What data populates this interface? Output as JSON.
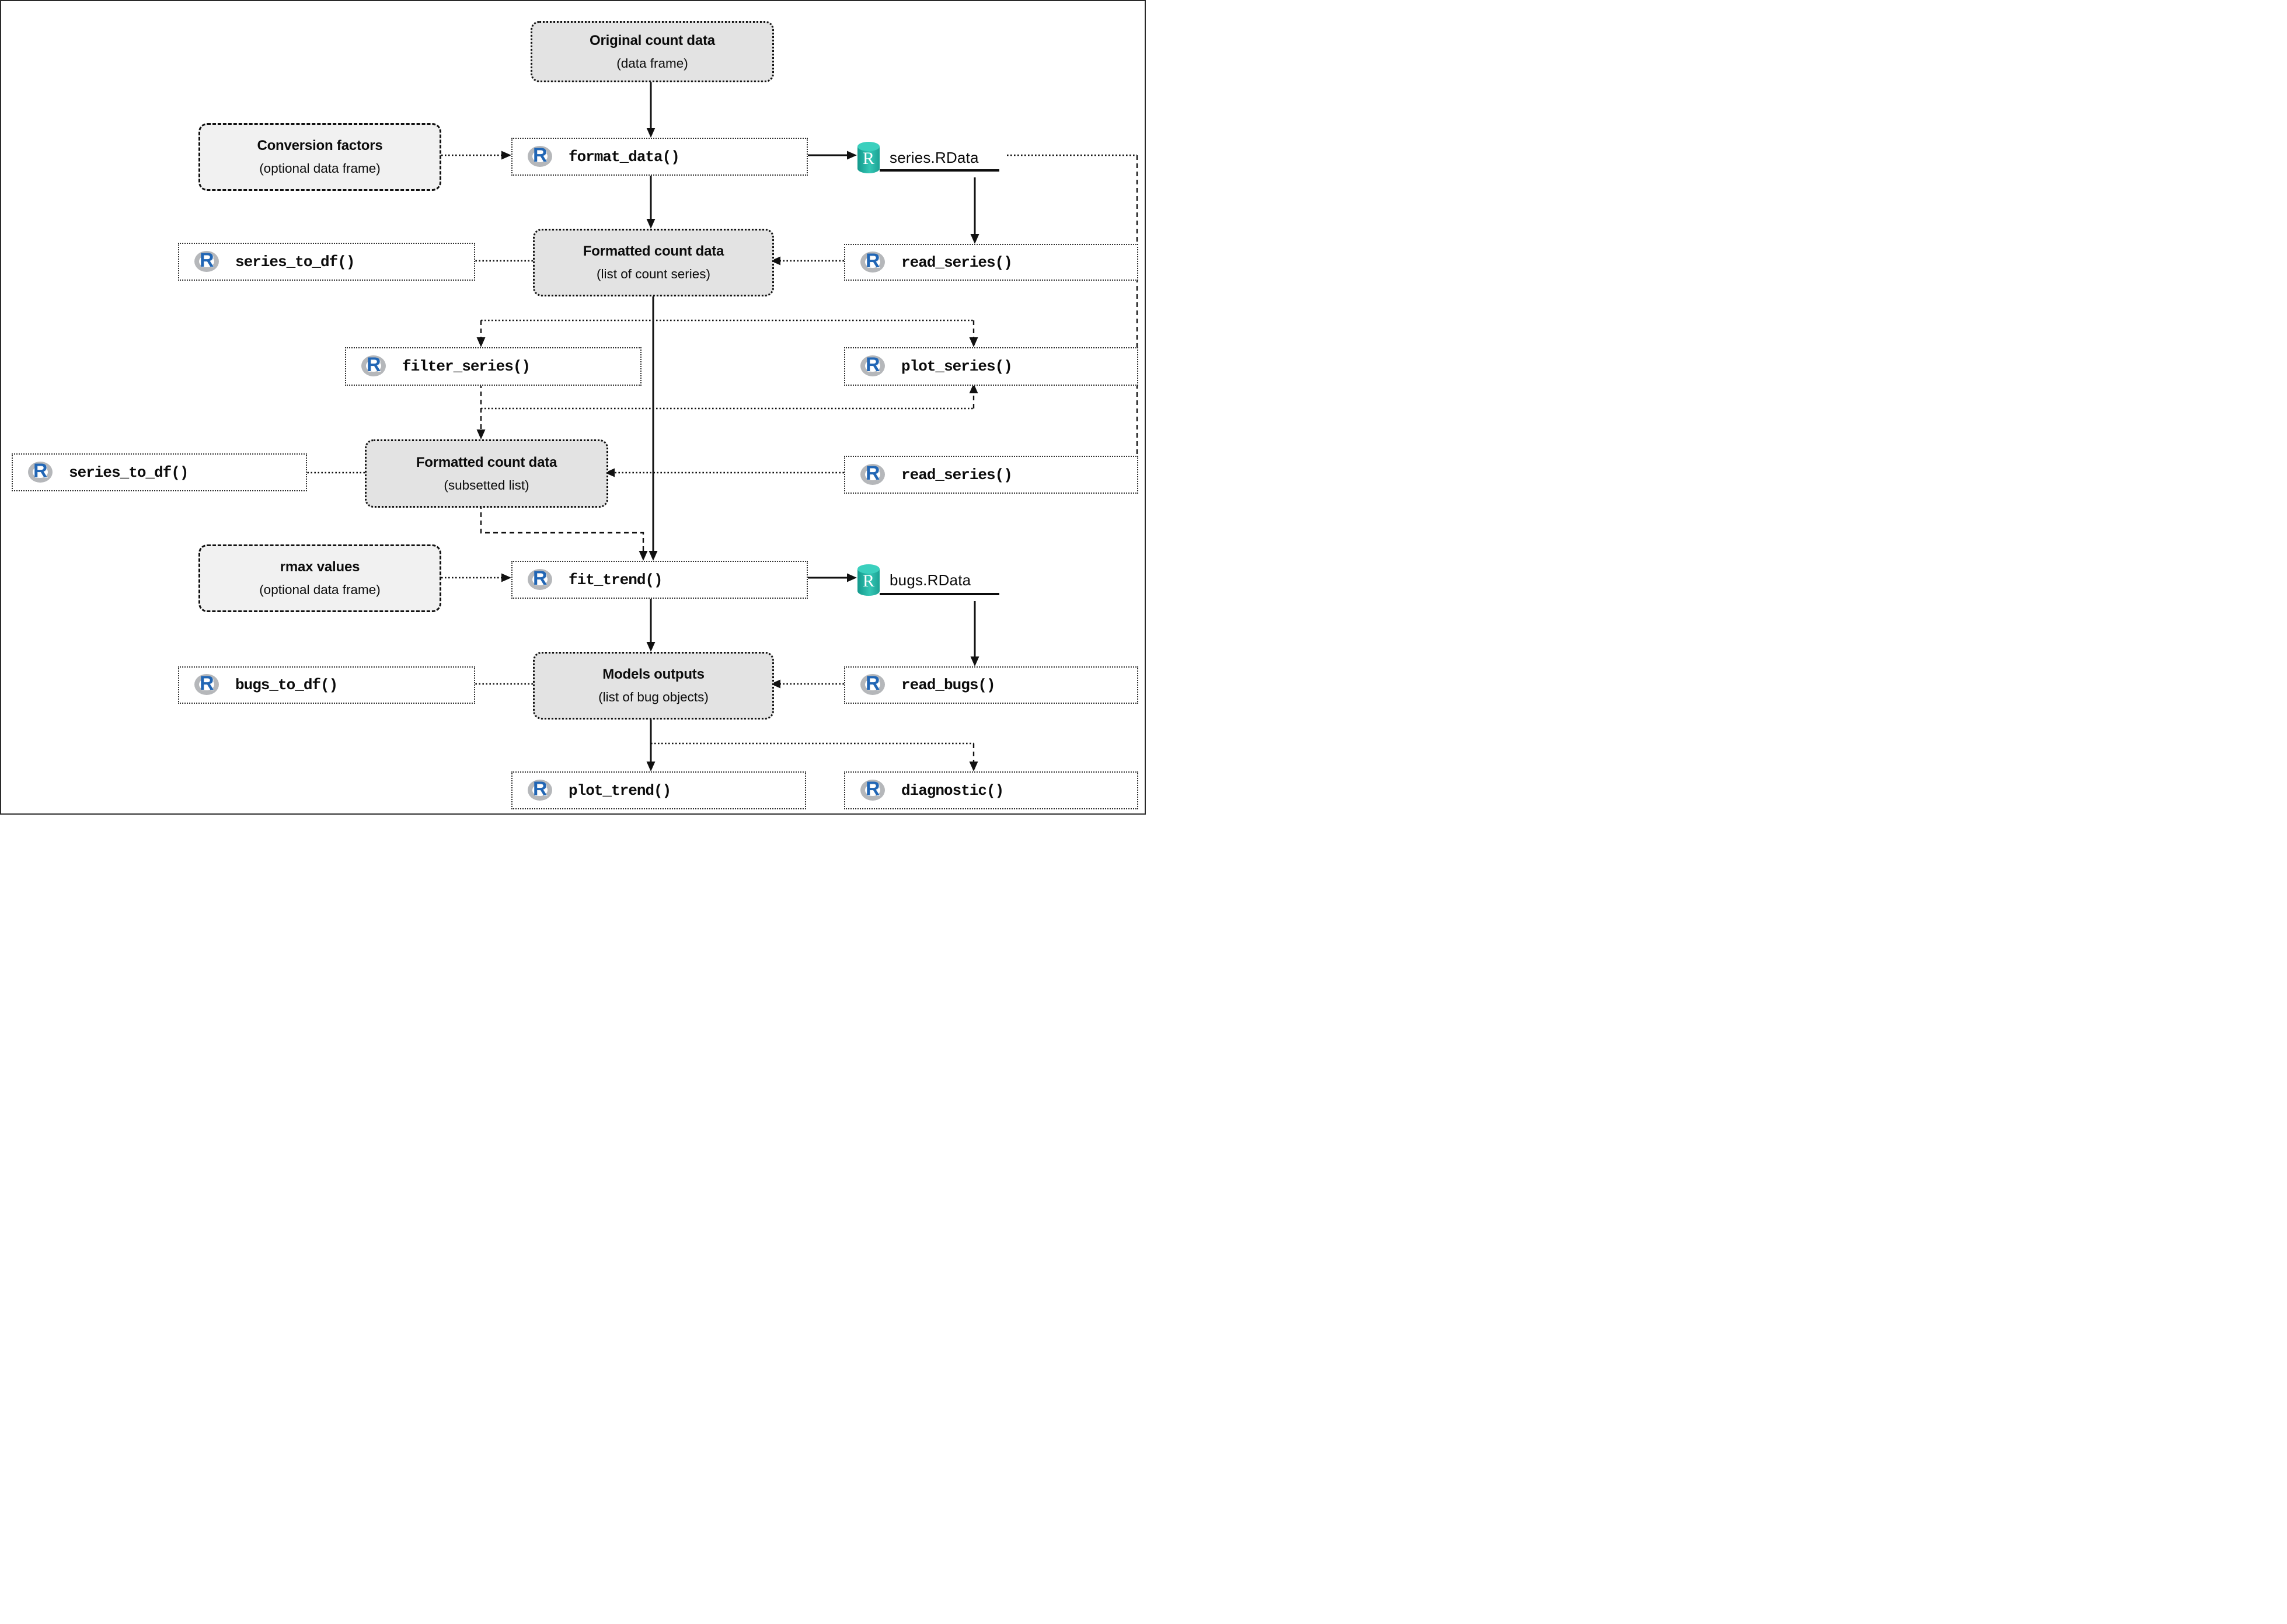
{
  "diagram": {
    "description": "R package workflow flowchart",
    "nodes": {
      "original_data": {
        "title": "Original count data",
        "subtitle": "(data frame)"
      },
      "conversion_factors": {
        "title": "Conversion factors",
        "subtitle": "(optional data frame)"
      },
      "format_data": {
        "label": "format_data()"
      },
      "series_rdata": {
        "label": "series.RData"
      },
      "formatted_list": {
        "title": "Formatted count data",
        "subtitle": "(list of count series)"
      },
      "series_to_df_1": {
        "label": "series_to_df()"
      },
      "read_series_1": {
        "label": "read_series()"
      },
      "filter_series": {
        "label": "filter_series()"
      },
      "plot_series": {
        "label": "plot_series()"
      },
      "formatted_subset": {
        "title": "Formatted count data",
        "subtitle": "(subsetted list)"
      },
      "series_to_df_2": {
        "label": "series_to_df()"
      },
      "read_series_2": {
        "label": "read_series()"
      },
      "rmax_values": {
        "title": "rmax values",
        "subtitle": "(optional data frame)"
      },
      "fit_trend": {
        "label": "fit_trend()"
      },
      "bugs_rdata": {
        "label": "bugs.RData"
      },
      "models_outputs": {
        "title": "Models outputs",
        "subtitle": "(list of bug objects)"
      },
      "bugs_to_df": {
        "label": "bugs_to_df()"
      },
      "read_bugs": {
        "label": "read_bugs()"
      },
      "plot_trend": {
        "label": "plot_trend()"
      },
      "diagnostic": {
        "label": "diagnostic()"
      }
    },
    "icons": {
      "r_logo_letter": "R",
      "rdata_letter_series": "R",
      "rdata_letter_bugs": "R"
    },
    "edges": [
      {
        "from": "original_data",
        "to": "format_data",
        "style": "solid"
      },
      {
        "from": "conversion_factors",
        "to": "format_data",
        "style": "dotted"
      },
      {
        "from": "format_data",
        "to": "series_rdata",
        "style": "solid"
      },
      {
        "from": "format_data",
        "to": "formatted_list",
        "style": "solid"
      },
      {
        "from": "series_rdata",
        "to": "read_series_1",
        "style": "solid"
      },
      {
        "from": "series_rdata",
        "to": "read_series_2",
        "style": "dashed-right-edge"
      },
      {
        "from": "read_series_1",
        "to": "formatted_list",
        "style": "dotted"
      },
      {
        "from": "formatted_list",
        "to": "series_to_df_1",
        "style": "dotted"
      },
      {
        "from": "formatted_list",
        "to": "filter_series",
        "style": "dotted"
      },
      {
        "from": "formatted_list",
        "to": "plot_series",
        "style": "dotted"
      },
      {
        "from": "formatted_list",
        "to": "fit_trend",
        "style": "solid"
      },
      {
        "from": "filter_series",
        "to": "formatted_subset",
        "style": "dashed"
      },
      {
        "from": "formatted_subset",
        "to": "plot_series",
        "style": "dashed"
      },
      {
        "from": "read_series_2",
        "to": "formatted_subset",
        "style": "dotted"
      },
      {
        "from": "formatted_subset",
        "to": "series_to_df_2",
        "style": "dotted"
      },
      {
        "from": "formatted_subset",
        "to": "fit_trend",
        "style": "dashed"
      },
      {
        "from": "rmax_values",
        "to": "fit_trend",
        "style": "dotted"
      },
      {
        "from": "fit_trend",
        "to": "bugs_rdata",
        "style": "solid"
      },
      {
        "from": "fit_trend",
        "to": "models_outputs",
        "style": "solid"
      },
      {
        "from": "bugs_rdata",
        "to": "read_bugs",
        "style": "solid"
      },
      {
        "from": "read_bugs",
        "to": "models_outputs",
        "style": "dotted"
      },
      {
        "from": "models_outputs",
        "to": "bugs_to_df",
        "style": "dotted"
      },
      {
        "from": "models_outputs",
        "to": "plot_trend",
        "style": "solid"
      },
      {
        "from": "models_outputs",
        "to": "diagnostic",
        "style": "dotted-dashed"
      }
    ],
    "colors": {
      "data_box_fill": "#e3e3e3",
      "optional_box_fill": "#f1f1f1",
      "function_box_fill": "#ffffff",
      "line_black": "#111111",
      "r_logo_blue": "#2166b5",
      "r_logo_ring_grey": "#b5b7ba",
      "rdata_cylinder_teal": "#1fa396",
      "rdata_cylinder_top": "#3bd0be"
    }
  }
}
